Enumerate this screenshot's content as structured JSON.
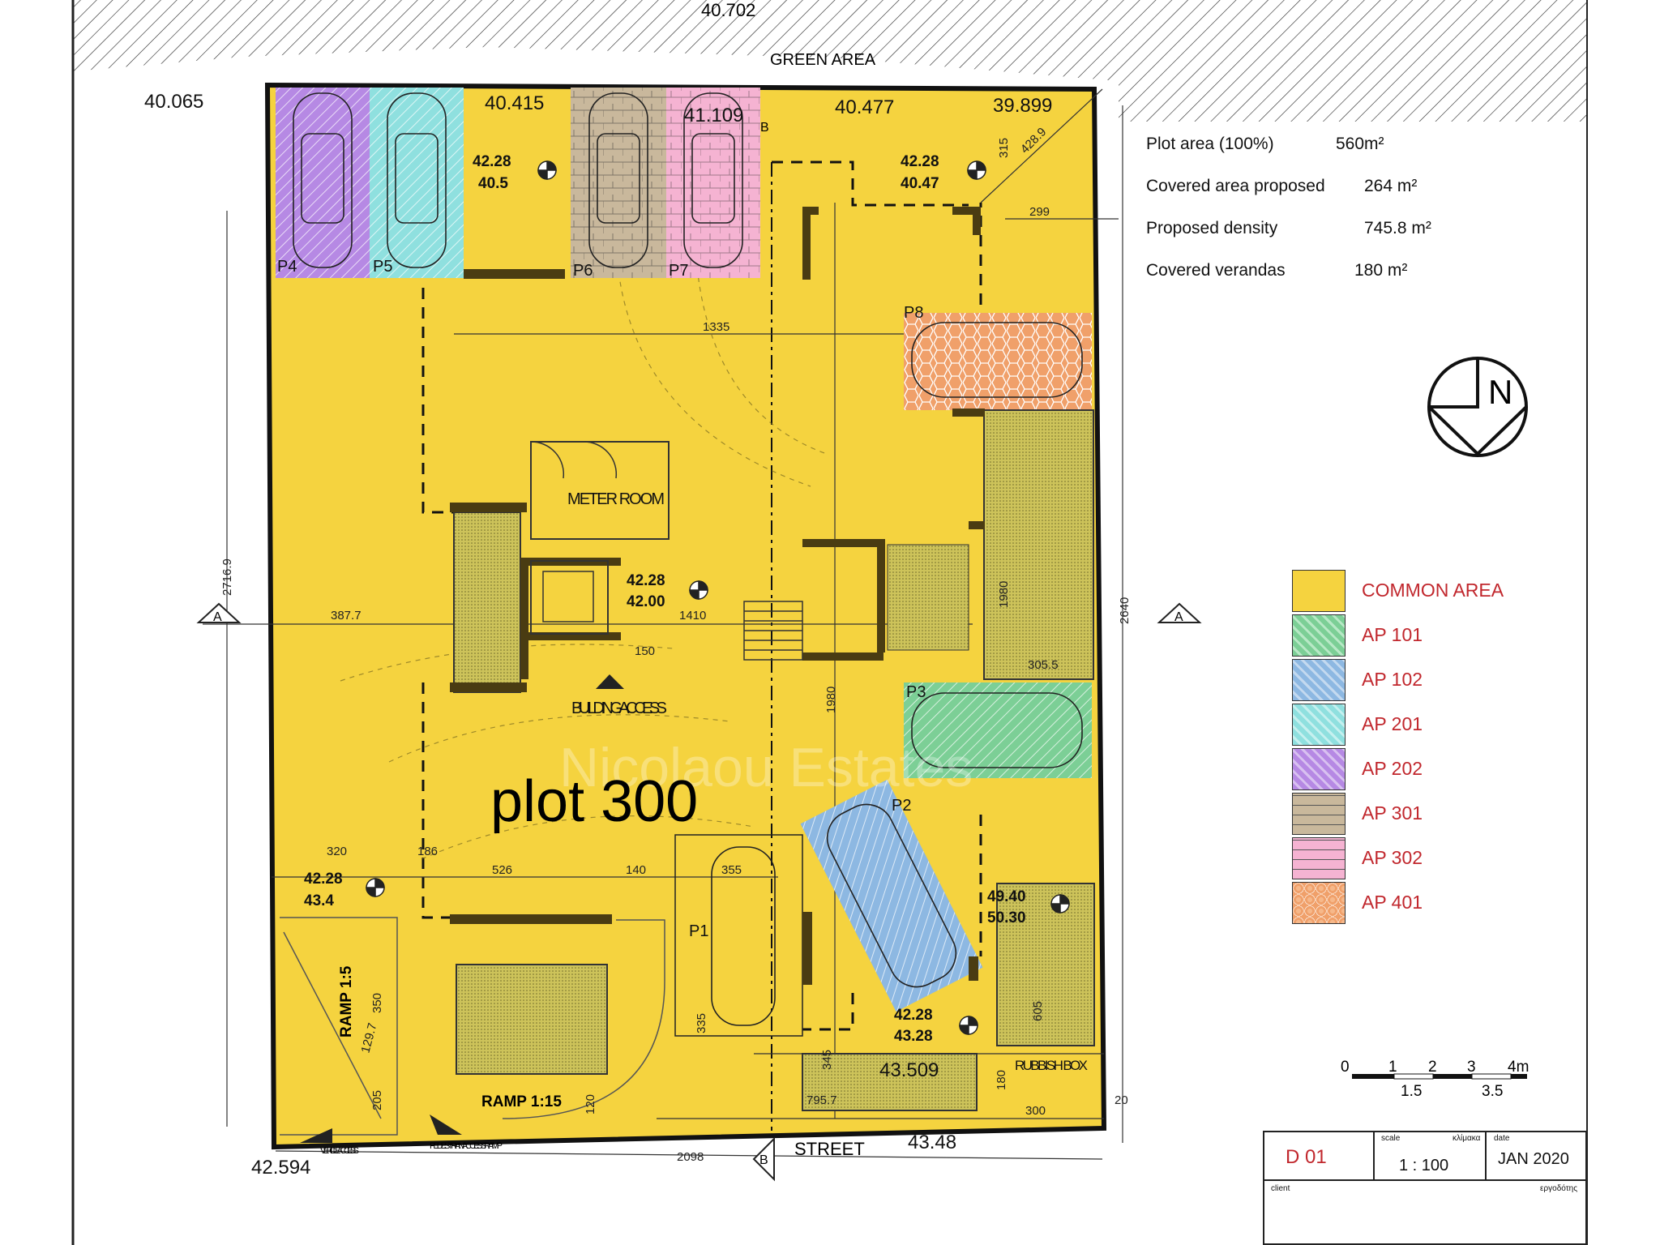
{
  "plan": {
    "top_dimension": "40.702",
    "green_area_label": "GREEN AREA",
    "plot_label": "plot 300",
    "street_label": "STREET",
    "watermark": "Nicolaou Estates",
    "corner_levels": [
      "40.065",
      "40.415",
      "41.109",
      "40.477",
      "39.899",
      "43.48",
      "43.509",
      "42.594"
    ],
    "spot_levels": [
      {
        "top": "42.28",
        "bottom": "40.5"
      },
      {
        "top": "42.28",
        "bottom": "40.47"
      },
      {
        "top": "42.28",
        "bottom": "42.00"
      },
      {
        "top": "42.28",
        "bottom": "43.4"
      },
      {
        "top": "49.40",
        "bottom": "50.30"
      },
      {
        "top": "42.28",
        "bottom": "43.28"
      }
    ],
    "dimensions": [
      "1335",
      "387.7",
      "1410",
      "150",
      "1980",
      "1980",
      "2716.9",
      "2640",
      "320",
      "186",
      "526",
      "140",
      "355",
      "299",
      "315",
      "428.9",
      "305.5",
      "350",
      "129.7",
      "205",
      "120",
      "335",
      "345",
      "605",
      "180",
      "795.7",
      "300",
      "20",
      "2098"
    ],
    "parking_labels": [
      "P4",
      "P5",
      "P6",
      "P7",
      "P8",
      "P3",
      "P2",
      "P1"
    ],
    "rooms": {
      "meter_room": "METER ROOM",
      "building_access": "BUILDING ACCESS",
      "rubbish_box": "RUBBISH BOX"
    },
    "ramps": [
      "RAMP 1:5",
      "RAMP 1:15"
    ],
    "access": {
      "vehicle": "VEHICLE ACCESS",
      "pedestrian": "PEDESTRIAN ACCESS RAMP"
    },
    "section_markers": [
      "A",
      "A",
      "B",
      "B"
    ]
  },
  "info": {
    "plot_area_label": "Plot area (100%)",
    "plot_area_value": "560m²",
    "covered_label": "Covered area proposed",
    "covered_value": "264 m²",
    "density_label": "Proposed density",
    "density_value": "745.8 m²",
    "verandas_label": "Covered verandas",
    "verandas_value": "180 m²"
  },
  "north_label": "N",
  "legend": [
    {
      "label": "COMMON AREA",
      "color": "#f5d33f",
      "pattern": "none"
    },
    {
      "label": "AP 101",
      "color": "#7ccf96",
      "pattern": "hatch"
    },
    {
      "label": "AP 102",
      "color": "#8db8e2",
      "pattern": "hatch"
    },
    {
      "label": "AP 201",
      "color": "#8fe0df",
      "pattern": "hatch"
    },
    {
      "label": "AP 202",
      "color": "#b689e4",
      "pattern": "hatch"
    },
    {
      "label": "AP 301",
      "color": "#c9b89c",
      "pattern": "brick"
    },
    {
      "label": "AP 302",
      "color": "#f5b3d2",
      "pattern": "brick"
    },
    {
      "label": "AP 401",
      "color": "#f0a06a",
      "pattern": "hex"
    }
  ],
  "scale_bar": {
    "ticks": [
      "0",
      "1",
      "2",
      "3",
      "4m"
    ],
    "sub_ticks": [
      "1.5",
      "3.5"
    ]
  },
  "title_block": {
    "drawing_no": "D 01",
    "scale_caption": "scale",
    "scale_caption_gr": "κλίμακα",
    "scale_value": "1 : 100",
    "date_caption": "date",
    "date_value": "JAN 2020",
    "client_caption": "client",
    "client_caption_gr": "εργοδότης"
  }
}
